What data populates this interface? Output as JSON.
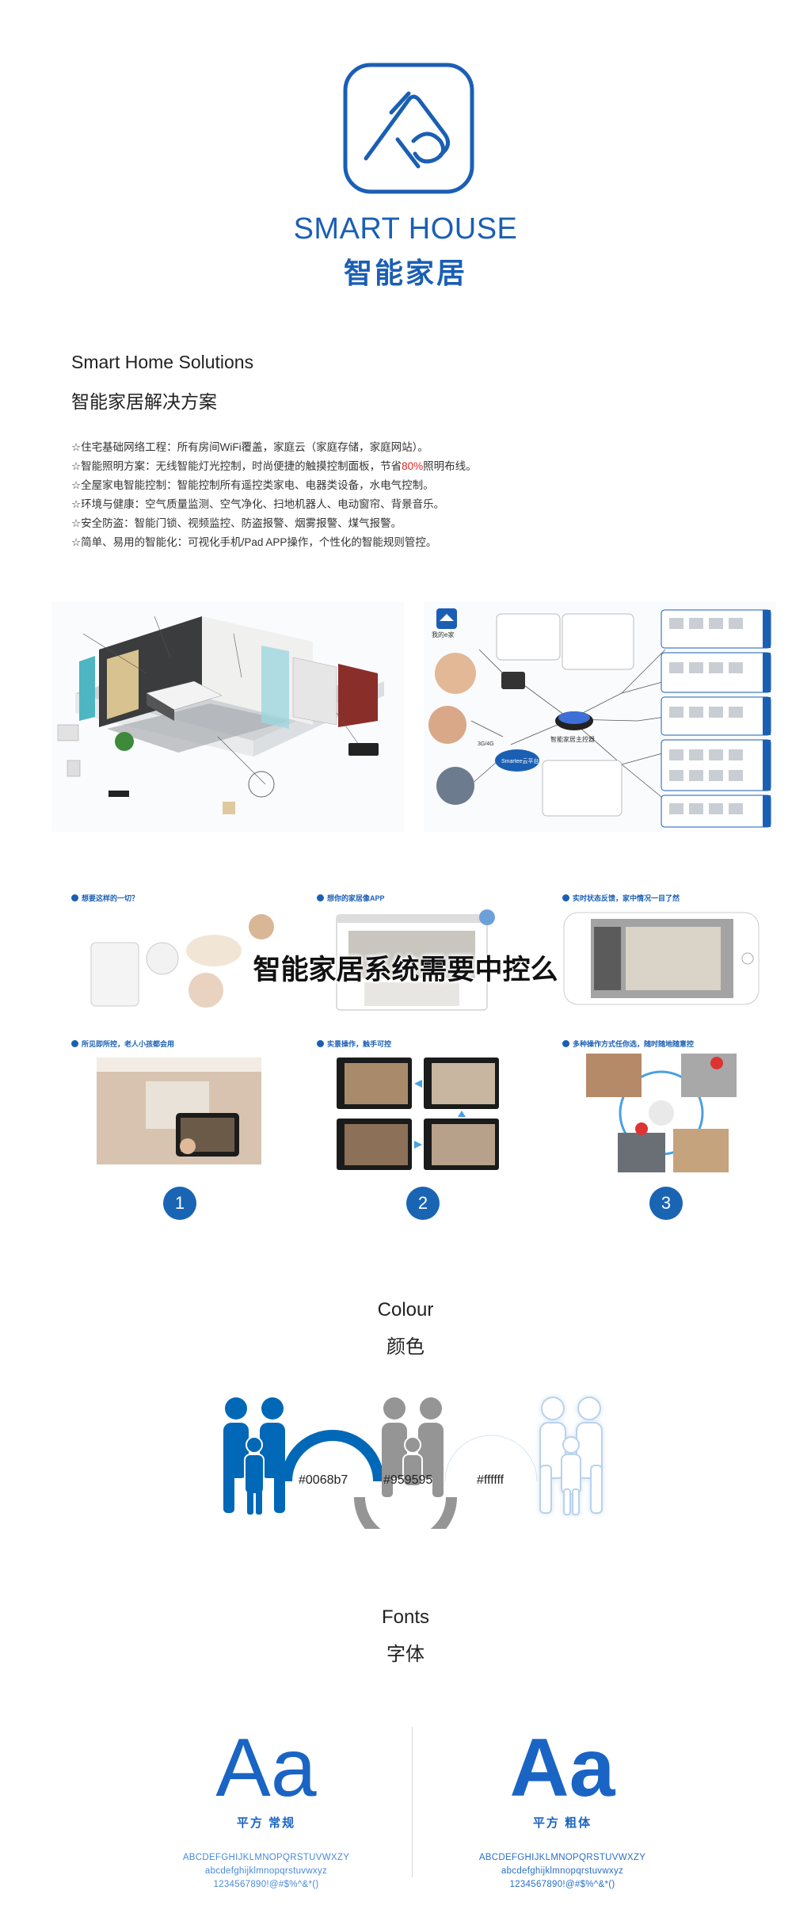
{
  "logo": {
    "icon": "house-roof-icon",
    "title_en": "SMART HOUSE",
    "title_cn": "智能家居",
    "color": "#1a5fb4"
  },
  "solutions": {
    "title_en": "Smart Home Solutions",
    "title_cn": "智能家居解决方案",
    "features": [
      {
        "text": "☆住宅基础网络工程：所有房间WiFi覆盖，家庭云（家庭存储，家庭网站）。"
      },
      {
        "text_before": "☆智能照明方案：无线智能灯光控制，时尚便捷的触摸控制面板，节省",
        "highlight": "80%",
        "text_after": "照明布线。",
        "highlight_color": "#dd2222"
      },
      {
        "text": "☆全屋家电智能控制：智能控制所有遥控类家电、电器类设备，水电气控制。"
      },
      {
        "text": "☆环境与健康：空气质量监测、空气净化、扫地机器人、电动窗帘、背景音乐。"
      },
      {
        "text": "☆安全防盗：智能门锁、视频监控、防盗报警、烟雾报警、煤气报警。"
      },
      {
        "text": "☆简单、易用的智能化：可视化手机/Pad APP操作，个性化的智能规则管控。"
      }
    ]
  },
  "diagrams": {
    "network_center": "智能家居主控器",
    "cloud": "Smartee云平台",
    "app_label": "我的e家",
    "signal": "3G/4G"
  },
  "overlay_title": "智能家居系统需要中控么",
  "mini_panels": [
    {
      "title": "想要这样的一切？"
    },
    {
      "title": "想你的家居像APP"
    },
    {
      "title": "实时状态反馈，家中情况一目了然"
    },
    {
      "title": "所见即所控，老人小孩都会用"
    },
    {
      "title": "实景操作，触手可控"
    },
    {
      "title": "多种操作方式任你选，随时随地随意控"
    }
  ],
  "steps": [
    "1",
    "2",
    "3"
  ],
  "colour": {
    "title_en": "Colour",
    "title_cn": "颜色",
    "swatches": [
      {
        "hex_label": "#0068b7",
        "color": "#0068b7"
      },
      {
        "hex_label": "#959595",
        "color": "#959595"
      },
      {
        "hex_label": "#ffffff",
        "color": "#ffffff"
      }
    ]
  },
  "fonts": {
    "title_en": "Fonts",
    "title_cn": "字体",
    "samples": [
      {
        "glyph": "Aa",
        "name": "平方 常规",
        "upper": "ABCDEFGHIJKLMNOPQRSTUVWXZY",
        "lower": "abcdefghijklmnopqrstuvwxyz",
        "digits": "1234567890!@#$%^&*()"
      },
      {
        "glyph": "Aa",
        "name": "平方 粗体",
        "upper": "ABCDEFGHIJKLMNOPQRSTUVWXZY",
        "lower": "abcdefghijklmnopqrstuvwxyz",
        "digits": "1234567890!@#$%^&*()"
      }
    ]
  }
}
